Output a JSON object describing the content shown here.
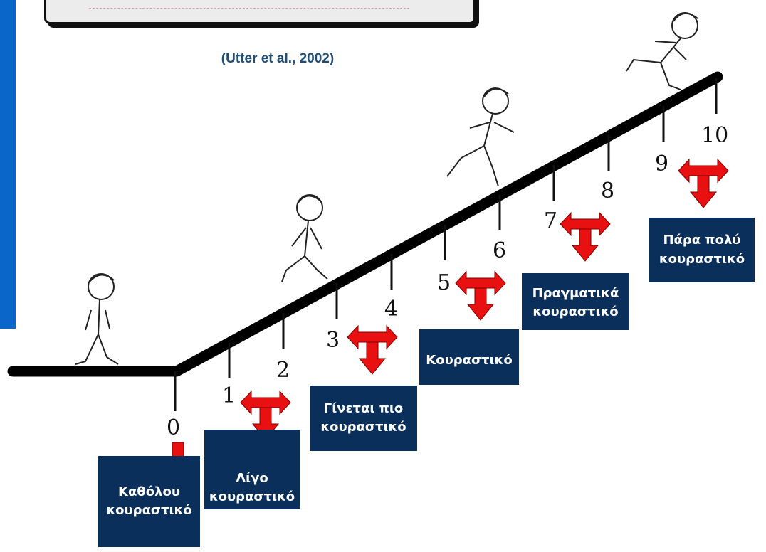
{
  "citation": "(Utter et al., 2002)",
  "scale": {
    "numbers": [
      "0",
      "1",
      "2",
      "3",
      "4",
      "5",
      "6",
      "7",
      "8",
      "9",
      "10"
    ]
  },
  "descriptors": [
    {
      "id": "d0",
      "number": "0",
      "line1": "Καθόλου",
      "line2": "κουραστικό"
    },
    {
      "id": "d1",
      "number": "1",
      "line1": "Λίγο",
      "line2": "κουραστικό"
    },
    {
      "id": "d3",
      "number": "3",
      "line1": "Γίνεται πιο",
      "line2": "κουραστικό"
    },
    {
      "id": "d5",
      "number": "5",
      "line1": "Κουραστικό",
      "line2": ""
    },
    {
      "id": "d7",
      "number": "7",
      "line1": "Πραγματικά",
      "line2": "κουραστικό"
    },
    {
      "id": "d9",
      "number": "9",
      "line1": "Πάρα πολύ",
      "line2": "κουραστικό"
    }
  ],
  "colors": {
    "box": "#0b2f5b",
    "arrow": "#e81010",
    "accent_bar": "#0a66c8",
    "citation": "#1f4e79"
  },
  "icons": {
    "arrows": "red-double-arrow-with-down-arrow",
    "figures": "cartoon-person-walking-to-running"
  }
}
